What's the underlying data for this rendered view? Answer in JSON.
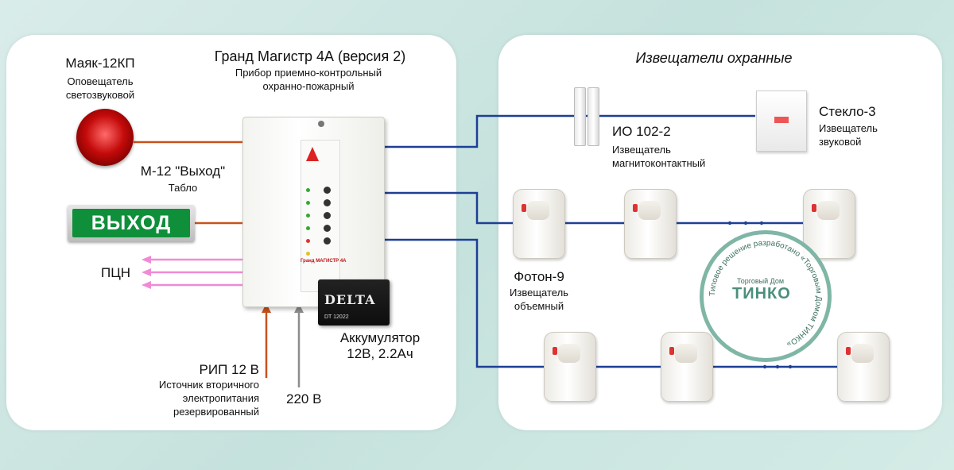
{
  "controller": {
    "title": "Гранд Магистр 4А  (версия 2)",
    "subtitle_line1": "Прибор приемно-контрольный",
    "subtitle_line2": "охранно-пожарный",
    "brand": "Гранд МАГИСТР 4А"
  },
  "beacon": {
    "name": "Маяк-12КП",
    "desc_line1": "Оповещатель",
    "desc_line2": "светозвуковой"
  },
  "exit_sign": {
    "name": "М-12 \"Выход\"",
    "desc": "Табло",
    "face_text": "ВЫХОД"
  },
  "pcn": {
    "label": "ПЦН"
  },
  "rip": {
    "name": "РИП 12 В",
    "desc_line1": "Источник вторичного",
    "desc_line2": "электропитания",
    "desc_line3": "резервированный"
  },
  "mains": {
    "label": "220 В"
  },
  "battery": {
    "name": "Аккумулятор",
    "spec": "12В, 2.2Ач",
    "logo": "DELTA",
    "model": "DT 12022"
  },
  "right_panel": {
    "title": "Извещатели охранные"
  },
  "magnetic": {
    "name": "ИО 102-2",
    "desc_line1": "Извещатель",
    "desc_line2": "магнитоконтактный"
  },
  "glass": {
    "name": "Стекло-3",
    "desc_line1": "Извещатель",
    "desc_line2": "звуковой"
  },
  "foton": {
    "name": "Фотон-9",
    "desc_line1": "Извещатель",
    "desc_line2": "объемный"
  },
  "seal": {
    "ring_text": "Типовое решение разработано «Торговым Домом ТИНКО»",
    "company_small": "Торговый Дом",
    "company_big": "ТИНКО"
  },
  "colors": {
    "wire_blue": "#1d3f95",
    "wire_orange": "#c8521c",
    "wire_pink": "#f08ad6",
    "wire_gray": "#8d8d8d",
    "exit_green": "#0f8f3a"
  }
}
